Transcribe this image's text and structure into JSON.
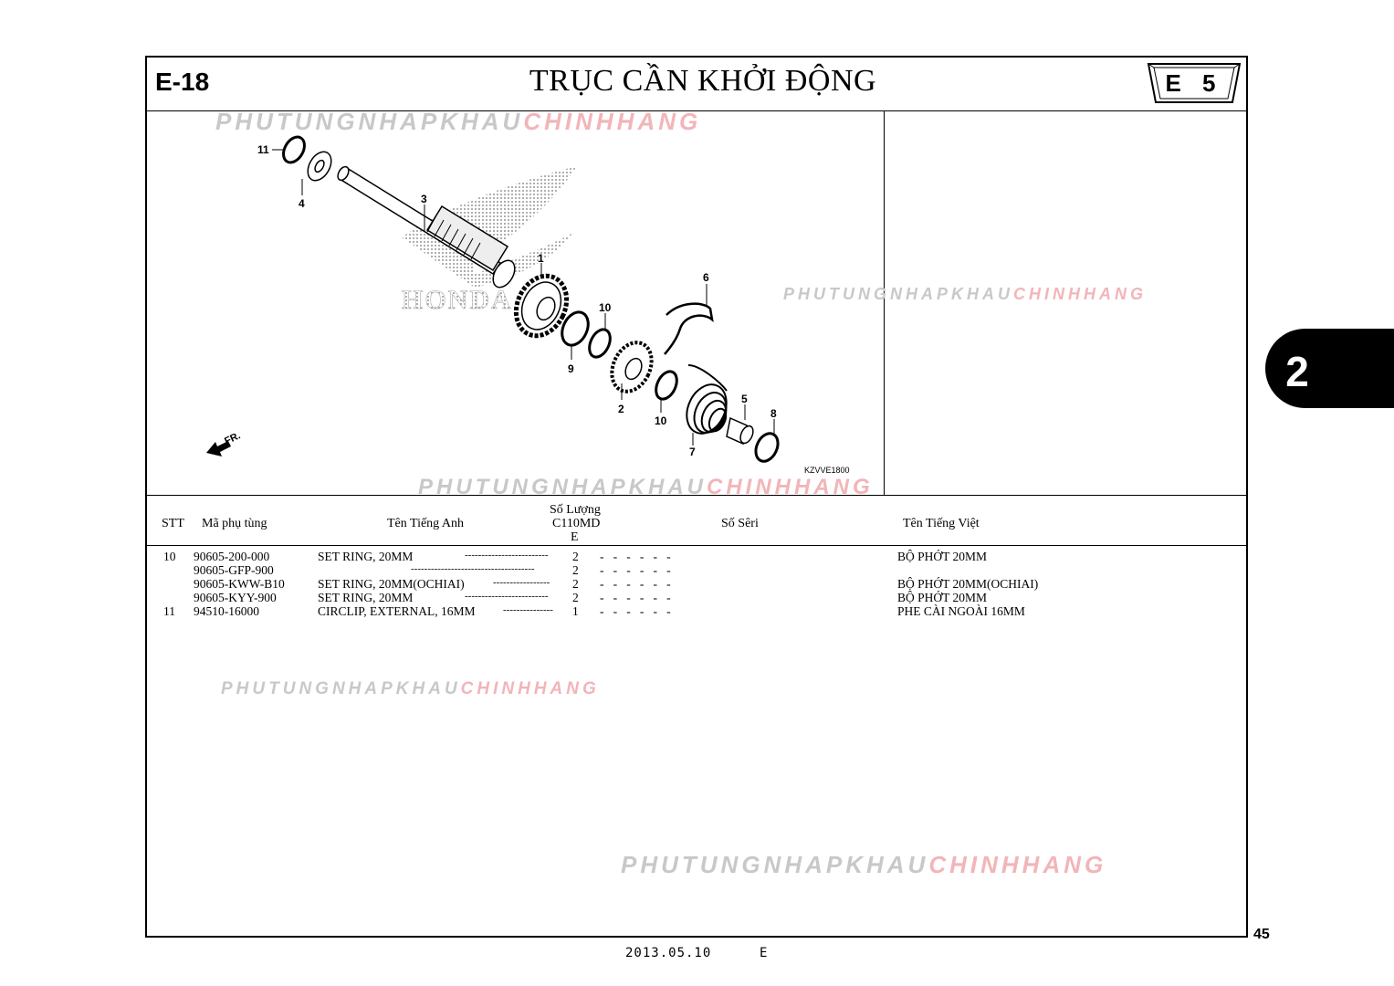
{
  "header": {
    "code": "E-18",
    "title": "TRỤC CẦN KHỞI ĐỘNG",
    "badge": "E 5"
  },
  "watermark": {
    "grey": "PHUTUNGNHAPKHAU",
    "red": "CHINHHANG"
  },
  "diagram": {
    "callouts": [
      "11",
      "4",
      "3",
      "1",
      "10",
      "9",
      "6",
      "2",
      "10",
      "5",
      "8",
      "7"
    ],
    "front_label": "FR.",
    "ref_code": "KZVVE1800",
    "logo_text": "HONDA"
  },
  "table": {
    "headers": {
      "stt": "STT",
      "part_no": "Mã phụ tùng",
      "name_en": "Tên Tiếng Anh",
      "qty_line1": "Số Lượng",
      "qty_line2": "C110MD",
      "qty_line3": "E",
      "serial": "Số Sêri",
      "name_vi": "Tên  Tiếng Việt"
    },
    "rows": [
      {
        "stt": "10",
        "part_no": "90605-200-000",
        "name_en": "SET RING, 20MM",
        "dashes": "-------------------------",
        "qty": "2",
        "marks": "-   -   -   -   -   -",
        "name_vi": "BỘ PHỚT 20MM"
      },
      {
        "stt": "",
        "part_no": "90605-GFP-900",
        "name_en": "",
        "dashes": "-------------------------------------",
        "qty": "2",
        "marks": "-   -   -   -   -   -",
        "name_vi": ""
      },
      {
        "stt": "",
        "part_no": "90605-KWW-B10",
        "name_en": "SET RING, 20MM(OCHIAI)",
        "dashes": "-----------------",
        "qty": "2",
        "marks": "-   -   -   -   -   -",
        "name_vi": "BỘ PHỚT 20MM(OCHIAI)"
      },
      {
        "stt": "",
        "part_no": "90605-KYY-900",
        "name_en": "SET RING, 20MM",
        "dashes": "-------------------------",
        "qty": "2",
        "marks": "-   -   -   -   -   -",
        "name_vi": "BỘ PHỚT 20MM"
      },
      {
        "stt": "11",
        "part_no": "94510-16000",
        "name_en": "CIRCLIP, EXTERNAL, 16MM",
        "dashes": "---------------",
        "qty": "1",
        "marks": "-   -   -   -   -   -",
        "name_vi": "PHE CÀI NGOÀI 16MM"
      }
    ]
  },
  "side_tab": "2",
  "page_number": "45",
  "footer": {
    "date": "2013.05.10",
    "edition": "E"
  }
}
